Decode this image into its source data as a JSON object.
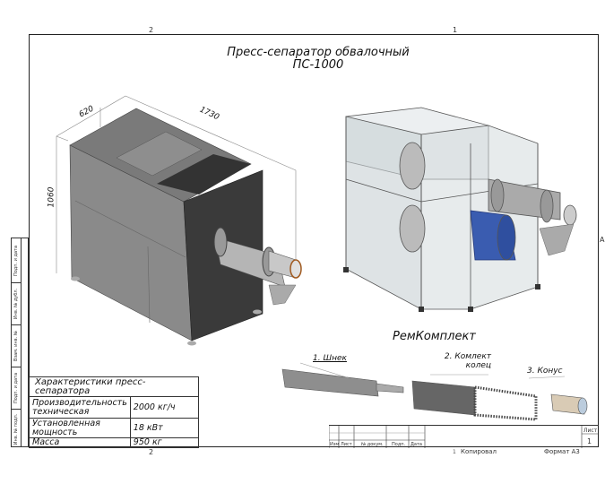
{
  "sheet": {
    "zone_marks_top": [
      "2",
      "1"
    ],
    "zone_mark_side": "A",
    "zone_mark_bottom": "2",
    "copied_label": "Копировал",
    "copied_mark": "1",
    "format_label": "Формат А3"
  },
  "title": {
    "line1": "Пресс-сепаратор обвалочный",
    "line2": "ПС-1000"
  },
  "dimensions": {
    "depth": "620",
    "length": "1730",
    "height": "1060"
  },
  "spare_kit": {
    "heading": "РемКомплект",
    "items": [
      {
        "label": "1. Шнек"
      },
      {
        "label": "2. Комлект колец",
        "line1": "2. Комлект",
        "line2": "колец"
      },
      {
        "label": "3. Конус"
      }
    ]
  },
  "spec_table": {
    "heading": "Характеристики пресс-сепаратора",
    "rows": [
      {
        "name_line1": "Производительность",
        "name_line2": "техническая",
        "value": "2000 кг/ч"
      },
      {
        "name_line1": "Установленная",
        "name_line2": "мощность",
        "value": "18 кВт"
      },
      {
        "name_line1": "Масса",
        "name_line2": "",
        "value": "950 кг"
      }
    ]
  },
  "side_stamp": [
    "Подп. и дата",
    "Инв. № дубл.",
    "Взам. инв. №",
    "Подп. и дата",
    "Инв. № подл."
  ],
  "title_block": {
    "columns": [
      "Изм",
      "Лист",
      "№ докум.",
      "Подп.",
      "Дата"
    ],
    "sheet_label": "Лист",
    "sheet_number": "1"
  }
}
